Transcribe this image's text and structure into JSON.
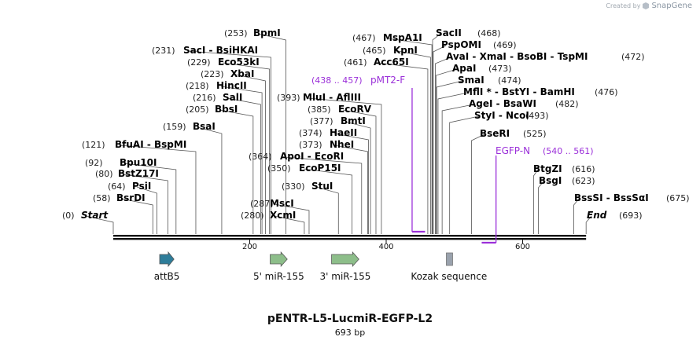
{
  "app": {
    "created_by": "Created by",
    "brand": "SnapGene"
  },
  "plasmid": {
    "name": "pENTR-L5-LucmiR-EGFP-L2",
    "length_label": "693 bp"
  },
  "sites": [
    {
      "id": "start",
      "label": "Start",
      "pos_label": "(0)",
      "pos": 0,
      "italic": true
    },
    {
      "id": "bsrdi",
      "label": "BsrDI",
      "pos_label": "(58)",
      "pos": 58
    },
    {
      "id": "psii",
      "label": "PsiI",
      "pos_label": "(64)",
      "pos": 64
    },
    {
      "id": "bstz17i",
      "label": "BstZ17I",
      "pos_label": "(80)",
      "pos": 80
    },
    {
      "id": "bpu10i",
      "label": "Bpu10I",
      "pos_label": "(92)",
      "pos": 92
    },
    {
      "id": "bfuai",
      "label": "BfuAI  -  BspMI",
      "pos_label": "(121)",
      "pos": 121
    },
    {
      "id": "bsai",
      "label": "BsaI",
      "pos_label": "(159)",
      "pos": 159
    },
    {
      "id": "bbsi",
      "label": "BbsI",
      "pos_label": "(205)",
      "pos": 205
    },
    {
      "id": "sali",
      "label": "SalI",
      "pos_label": "(216)",
      "pos": 216
    },
    {
      "id": "hincii",
      "label": "HincII",
      "pos_label": "(218)",
      "pos": 218
    },
    {
      "id": "xbai",
      "label": "XbaI",
      "pos_label": "(223)",
      "pos": 223
    },
    {
      "id": "eco53ki",
      "label": "Eco53kI",
      "pos_label": "(229)",
      "pos": 229
    },
    {
      "id": "saci",
      "label": "SacI  -  BsiHKAI",
      "pos_label": "(231)",
      "pos": 231
    },
    {
      "id": "bpmi",
      "label": "BpmI",
      "pos_label": "(253)",
      "pos": 253
    },
    {
      "id": "xcmi",
      "label": "XcmI",
      "pos_label": "(280)",
      "pos": 280
    },
    {
      "id": "msci",
      "label": "MscI",
      "pos_label": "(287)",
      "pos": 287
    },
    {
      "id": "stui",
      "label": "StuI",
      "pos_label": "(330)",
      "pos": 330
    },
    {
      "id": "ecop15i",
      "label": "EcoP15I",
      "pos_label": "(350)",
      "pos": 350
    },
    {
      "id": "apoi",
      "label": "ApoI  -  EcoRI",
      "pos_label": "(364)",
      "pos": 364
    },
    {
      "id": "nhei",
      "label": "NheI",
      "pos_label": "(373)",
      "pos": 373
    },
    {
      "id": "haeii",
      "label": "HaeII",
      "pos_label": "(374)",
      "pos": 374
    },
    {
      "id": "bmti",
      "label": "BmtI",
      "pos_label": "(377)",
      "pos": 377
    },
    {
      "id": "ecorv",
      "label": "EcoRV",
      "pos_label": "(385)",
      "pos": 385
    },
    {
      "id": "mlui",
      "label": "MluI  -  AflIII",
      "pos_label": "(393)",
      "pos": 393
    },
    {
      "id": "acc65i",
      "label": "Acc65I",
      "pos_label": "(461)",
      "pos": 461
    },
    {
      "id": "kpni",
      "label": "KpnI",
      "pos_label": "(465)",
      "pos": 465
    },
    {
      "id": "mspa1i",
      "label": "MspA1I",
      "pos_label": "(467)",
      "pos": 467
    },
    {
      "id": "sacii",
      "label": "SacII",
      "pos_label": "(468)",
      "pos": 468
    },
    {
      "id": "pspomi",
      "label": "PspOMI",
      "pos_label": "(469)",
      "pos": 469
    },
    {
      "id": "avai",
      "label": "AvaI  -  XmaI  -  BsoBI  -  TspMI",
      "pos_label": "(472)",
      "pos": 472
    },
    {
      "id": "apai",
      "label": "ApaI",
      "pos_label": "(473)",
      "pos": 473
    },
    {
      "id": "smai",
      "label": "SmaI",
      "pos_label": "(474)",
      "pos": 474
    },
    {
      "id": "mfli",
      "label": "MflI *  -  BstYI  -  BamHI",
      "pos_label": "(476)",
      "pos": 476
    },
    {
      "id": "agei",
      "label": "AgeI  -  BsaWI",
      "pos_label": "(482)",
      "pos": 482
    },
    {
      "id": "styi",
      "label": "StyI  -  NcoI",
      "pos_label": "(493)",
      "pos": 493
    },
    {
      "id": "bseri",
      "label": "BseRI",
      "pos_label": "(525)",
      "pos": 525
    },
    {
      "id": "btgzi",
      "label": "BtgZI",
      "pos_label": "(616)",
      "pos": 616
    },
    {
      "id": "bsgi",
      "label": "BsgI",
      "pos_label": "(623)",
      "pos": 623
    },
    {
      "id": "bsssi",
      "label": "BssSI  -  BssSαI",
      "pos_label": "(675)",
      "pos": 675
    },
    {
      "id": "end",
      "label": "End",
      "pos_label": "(693)",
      "pos": 693,
      "italic": true
    }
  ],
  "primers": [
    {
      "id": "pmt2f",
      "name": "pMT2-F",
      "range_label": "(438 .. 457)",
      "start": 438,
      "end": 457,
      "color": "#9b30d9"
    },
    {
      "id": "egfpn",
      "name": "EGFP-N",
      "range_label": "(540 .. 561)",
      "start": 540,
      "end": 561,
      "color": "#9b30d9"
    }
  ],
  "features": [
    {
      "id": "attb5",
      "name": "attB5",
      "start": 68,
      "end": 89,
      "shape": "arrow",
      "color": "#2e7d9a"
    },
    {
      "id": "mir155_5",
      "name": "5' miR-155",
      "start": 230,
      "end": 255,
      "shape": "arrow",
      "color": "#8dbe8a"
    },
    {
      "id": "mir155_3",
      "name": "3' miR-155",
      "start": 320,
      "end": 360,
      "shape": "arrow",
      "color": "#8dbe8a"
    },
    {
      "id": "kozak",
      "name": "Kozak sequence",
      "start": 487,
      "end": 497,
      "shape": "box",
      "color": "#9aa2ad"
    }
  ],
  "ruler": {
    "ticks": [
      200,
      400,
      600
    ]
  },
  "colors": {
    "line": "#555555",
    "text": "#000000",
    "position": "#222222",
    "primer": "#9b30d9"
  }
}
